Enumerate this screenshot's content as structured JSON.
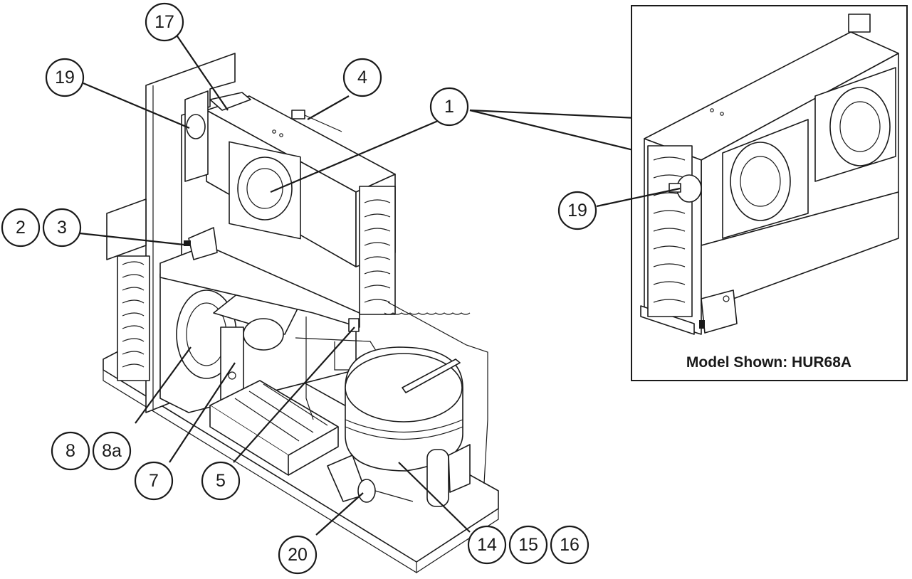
{
  "callouts": {
    "c17": "17",
    "c19_main": "19",
    "c4": "4",
    "c1": "1",
    "c2": "2",
    "c3": "3",
    "c8": "8",
    "c8a": "8a",
    "c7": "7",
    "c5": "5",
    "c20": "20",
    "c14": "14",
    "c15": "15",
    "c16": "16",
    "c19_inset": "19"
  },
  "inset": {
    "caption": "Model Shown: HUR68A"
  }
}
